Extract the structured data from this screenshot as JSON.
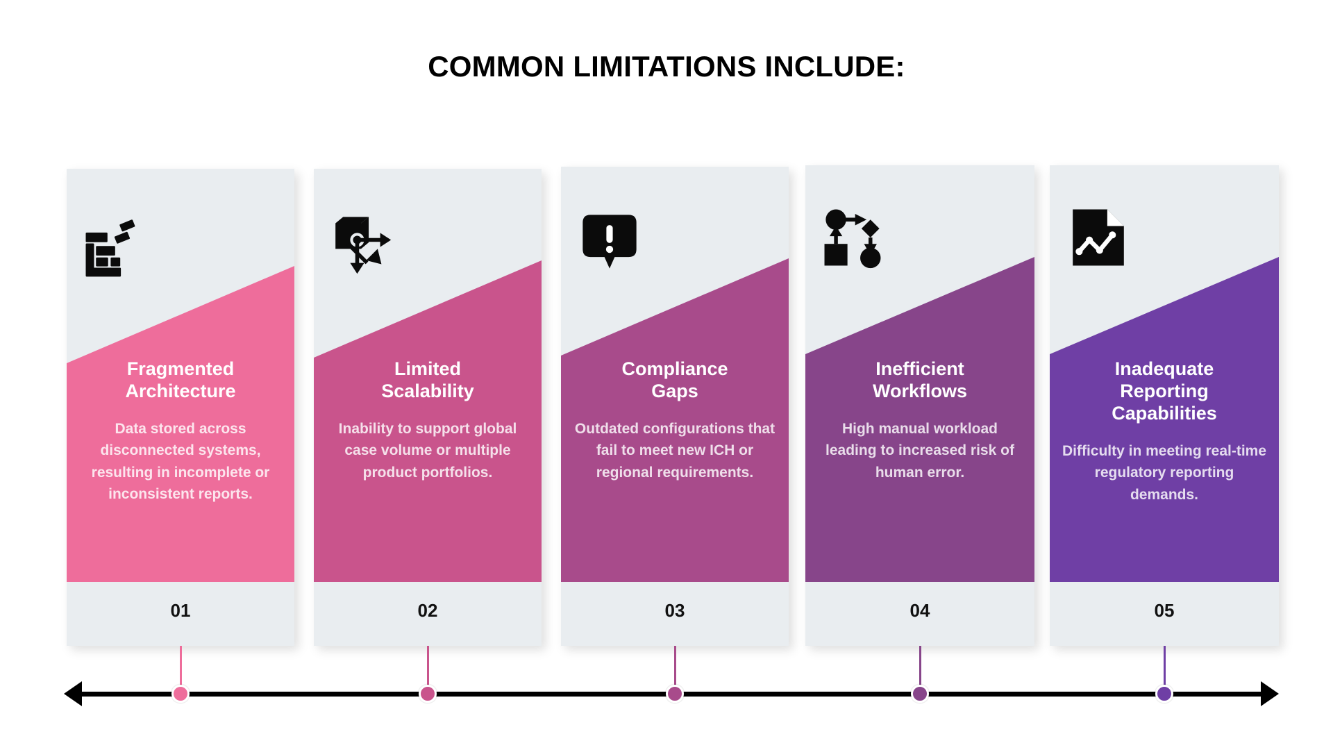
{
  "header": {
    "title": "COMMON LIMITATIONS INCLUDE:"
  },
  "timeline": {
    "arrow_left_name": "arrow-left",
    "arrow_right_name": "arrow-right",
    "line_color": "#000000"
  },
  "cards": [
    {
      "number": "01",
      "title": "Fragmented\nArchitecture",
      "description": "Data stored across disconnected systems, resulting in incomplete or inconsistent reports.",
      "color": "#ee6d9b",
      "icon": "fragmented-blocks-icon"
    },
    {
      "number": "02",
      "title": "Limited\nScalability",
      "description": "Inability to support global case volume or multiple product portfolios.",
      "color": "#c9548c",
      "icon": "scalability-cube-arrows-icon"
    },
    {
      "number": "03",
      "title": "Compliance\nGaps",
      "description": "Outdated configurations that fail to meet new ICH or regional requirements.",
      "color": "#a84b8b",
      "icon": "alert-speech-bubble-icon"
    },
    {
      "number": "04",
      "title": "Inefficient\nWorkflows",
      "description": "High manual workload leading to increased risk of human error.",
      "color": "#87458a",
      "icon": "workflow-diagram-icon"
    },
    {
      "number": "05",
      "title": "Inadequate\nReporting\nCapabilities",
      "description": "Difficulty in meeting real-time regulatory reporting demands.",
      "color": "#6f3fa5",
      "icon": "document-chart-icon"
    }
  ]
}
